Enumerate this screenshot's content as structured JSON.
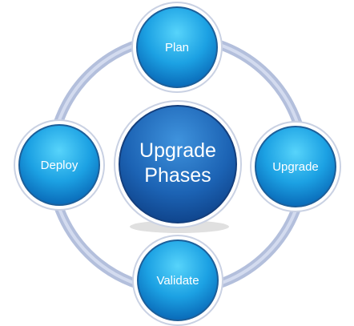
{
  "diagram": {
    "center": {
      "line1": "Upgrade",
      "line2": "Phases"
    },
    "nodes": [
      {
        "label": "Plan"
      },
      {
        "label": "Upgrade"
      },
      {
        "label": "Validate"
      },
      {
        "label": "Deploy"
      }
    ]
  },
  "colors": {
    "ring": "#b4c0dc",
    "node_light": "#4ec9f5",
    "node_dark": "#0a73c4",
    "node_ring": "#1f6aa6",
    "center_light": "#2d80cf",
    "center_dark": "#0f4a93",
    "text": "#ffffff"
  }
}
